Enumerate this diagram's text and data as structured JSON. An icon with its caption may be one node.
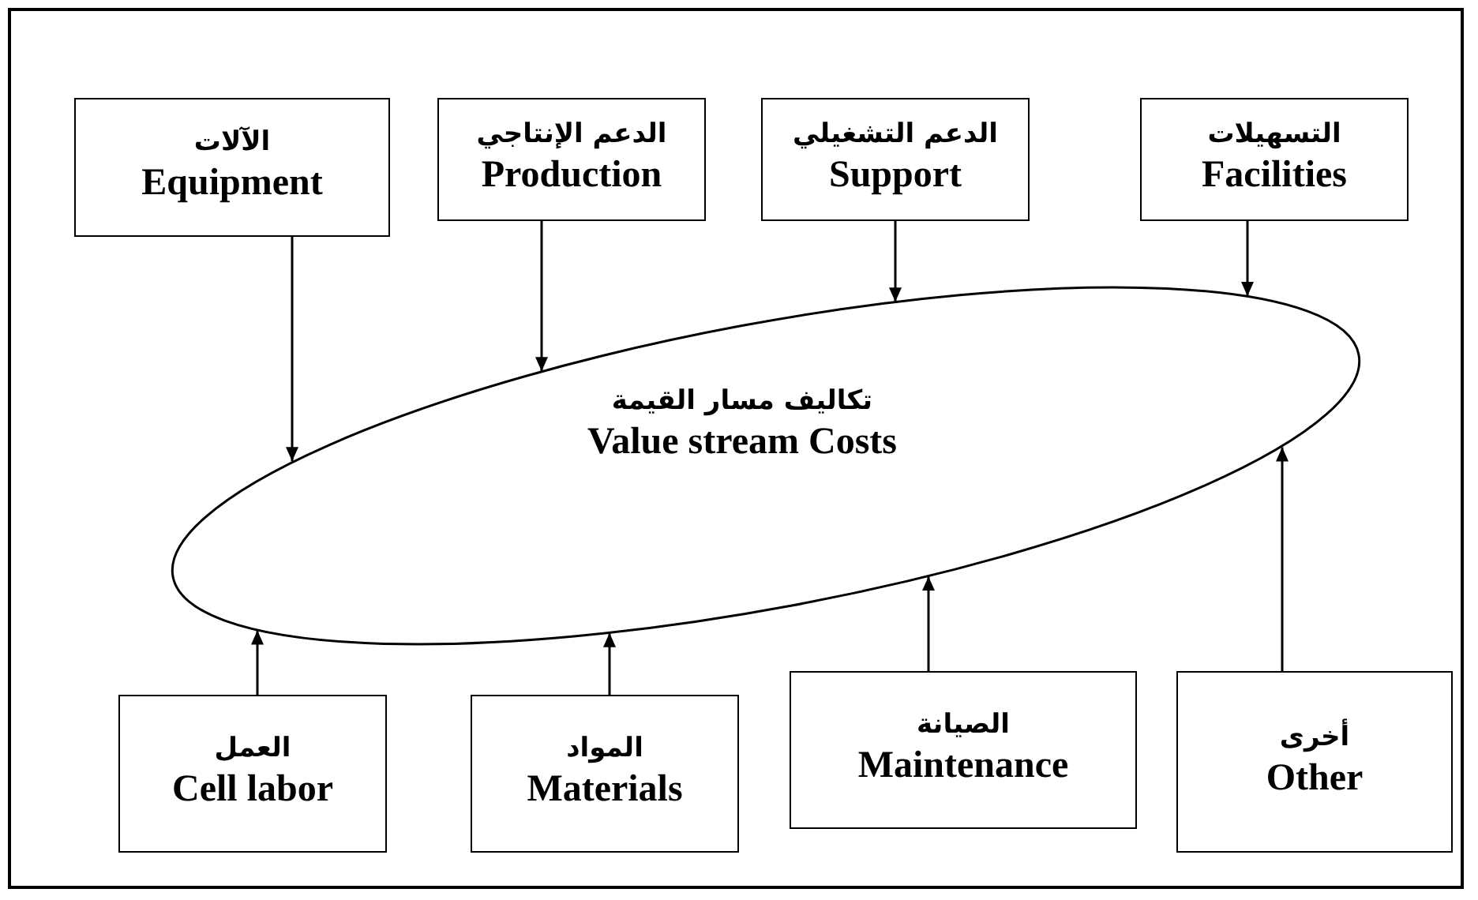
{
  "diagram": {
    "nodes": [
      {
        "text": [
          "الآلات",
          "Equipment"
        ]
      },
      {
        "text": [
          "الدعم الإنتاجي",
          "Production"
        ]
      },
      {
        "text": [
          "الدعم التشغيلي",
          "Support"
        ]
      },
      {
        "text": [
          "التسهيلات",
          "Facilities"
        ]
      },
      {
        "text": [
          "تكاليف مسار القيمة",
          "Value stream Costs"
        ]
      },
      {
        "text": [
          "العمل",
          "Cell labor"
        ]
      },
      {
        "text": [
          "المواد",
          "Materials"
        ]
      },
      {
        "text": [
          "الصيانة",
          "Maintenance"
        ]
      },
      {
        "text": [
          "أخرى",
          "Other"
        ]
      }
    ],
    "edges": [
      {
        "from": 0,
        "to": 4,
        "arrow": "to"
      },
      {
        "from": 1,
        "to": 4,
        "arrow": "to"
      },
      {
        "from": 2,
        "to": 4,
        "arrow": "to"
      },
      {
        "from": 3,
        "to": 4,
        "arrow": "to"
      },
      {
        "from": 5,
        "to": 4,
        "arrow": "to"
      },
      {
        "from": 6,
        "to": 4,
        "arrow": "to"
      },
      {
        "from": 7,
        "to": 4,
        "arrow": "to"
      },
      {
        "from": 8,
        "to": 4,
        "arrow": "to"
      }
    ]
  }
}
